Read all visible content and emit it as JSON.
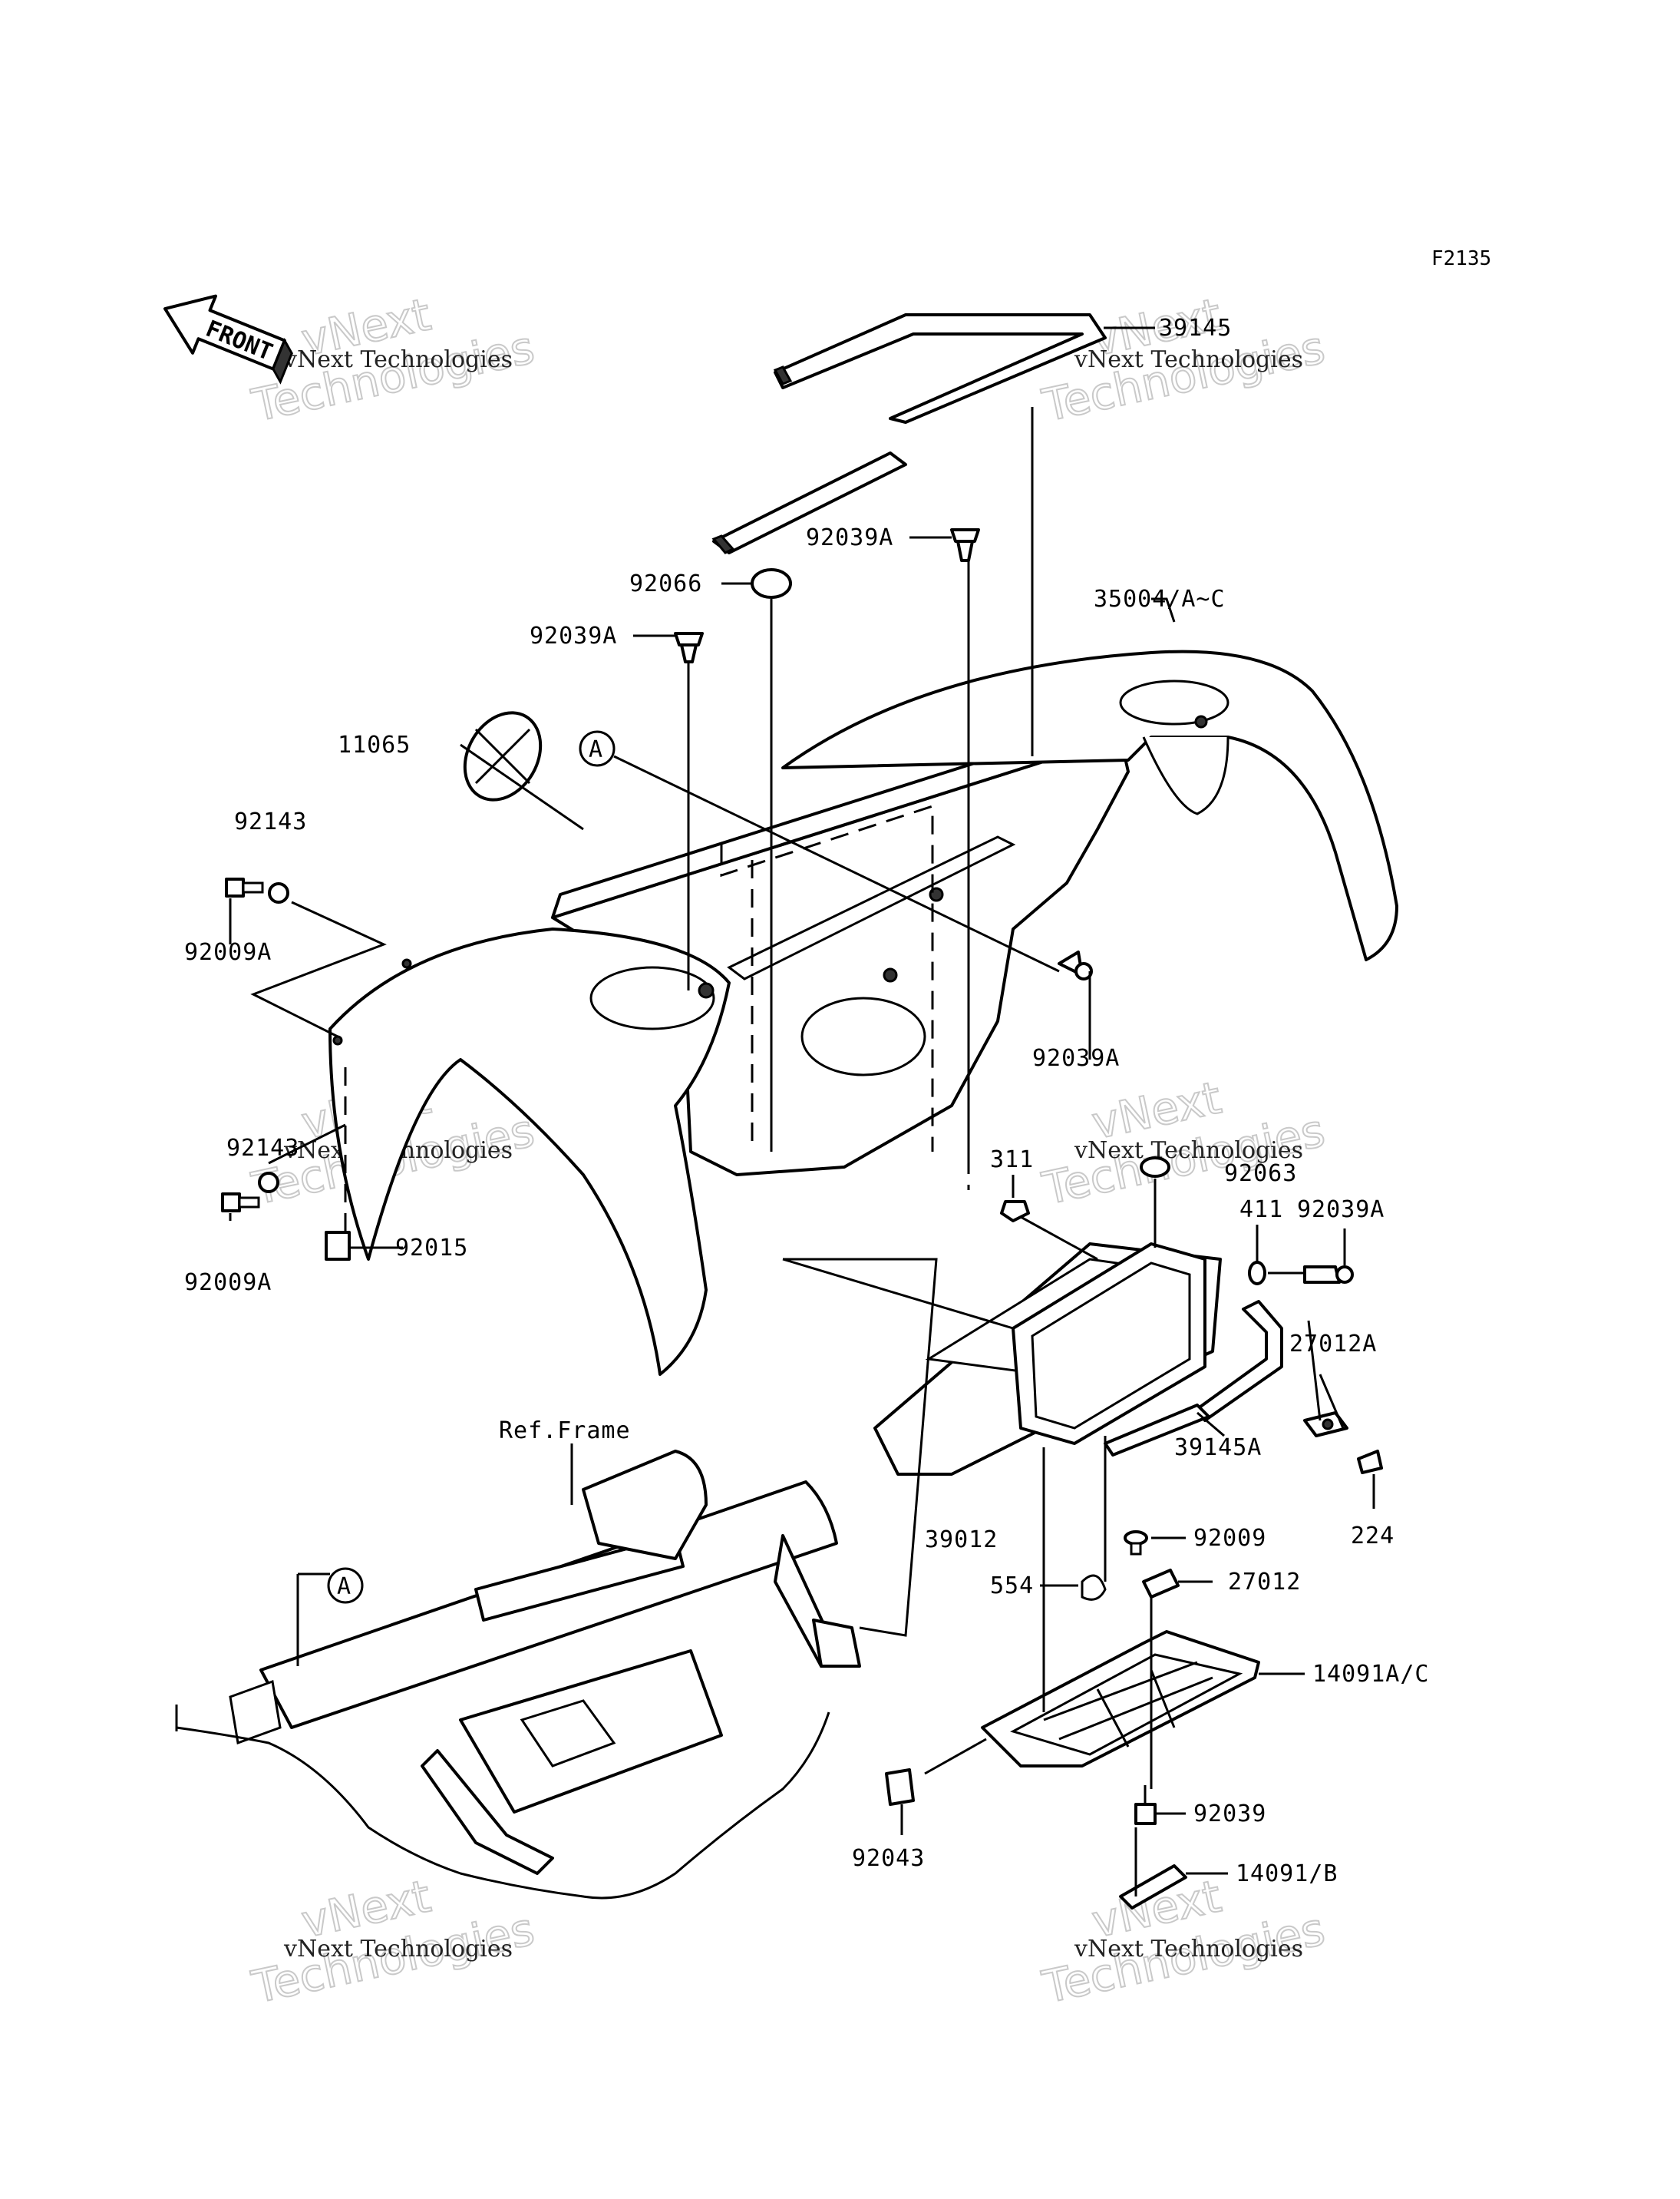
{
  "figure_code": "F2135",
  "front_indicator": "FRONT",
  "ref_frame_label": "Ref.Frame",
  "callout_letter": "A",
  "watermark": {
    "line": "vNext Technologies",
    "big_top": "vNext",
    "big_bottom": "Technologies"
  },
  "parts": [
    "39145",
    "92039A",
    "92066",
    "35004/A~C",
    "92039A",
    "11065",
    "92143",
    "92009A",
    "92039A",
    "92143",
    "92009A",
    "92015",
    "311",
    "92063",
    "411",
    "92039A",
    "27012A",
    "39145A",
    "224",
    "39012",
    "92009",
    "554",
    "27012",
    "14091A/C",
    "92039",
    "92043",
    "14091/B"
  ]
}
